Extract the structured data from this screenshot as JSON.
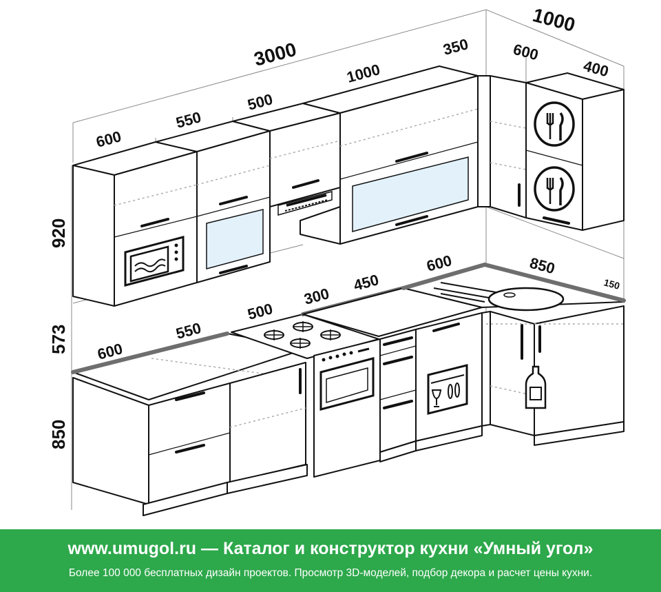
{
  "dimensions": {
    "upper_total": "3000",
    "corner_total": "1000",
    "upper_600": "600",
    "upper_550": "550",
    "upper_500": "500",
    "upper_1000": "1000",
    "upper_350": "350",
    "corner_600": "600",
    "corner_400": "400",
    "height_upper": "920",
    "height_gap": "573",
    "height_base": "850",
    "base_600": "600",
    "base_550": "550",
    "base_500": "500",
    "base_300": "300",
    "base_450": "450",
    "base_600b": "600",
    "base_850": "850",
    "base_150": "150"
  },
  "footer": {
    "title": "www.umugol.ru — Каталог и конструктор кухни «Умный угол»",
    "subtitle": "Более 100 000 бесплатных дизайн проектов. Просмотр 3D-моделей, подбор декора и расчет цены кухни."
  },
  "colors": {
    "footer_bg": "#2da84b",
    "glass": "#e3f1fb",
    "countertop_edge": "#6e6e6e"
  },
  "icons": [
    "microwave-icon",
    "cooktop-burners-icon",
    "oven-icon",
    "dishwasher-icon",
    "sink-icon",
    "bottle-icon",
    "plate-fork-knife-icon",
    "range-hood-icon"
  ]
}
